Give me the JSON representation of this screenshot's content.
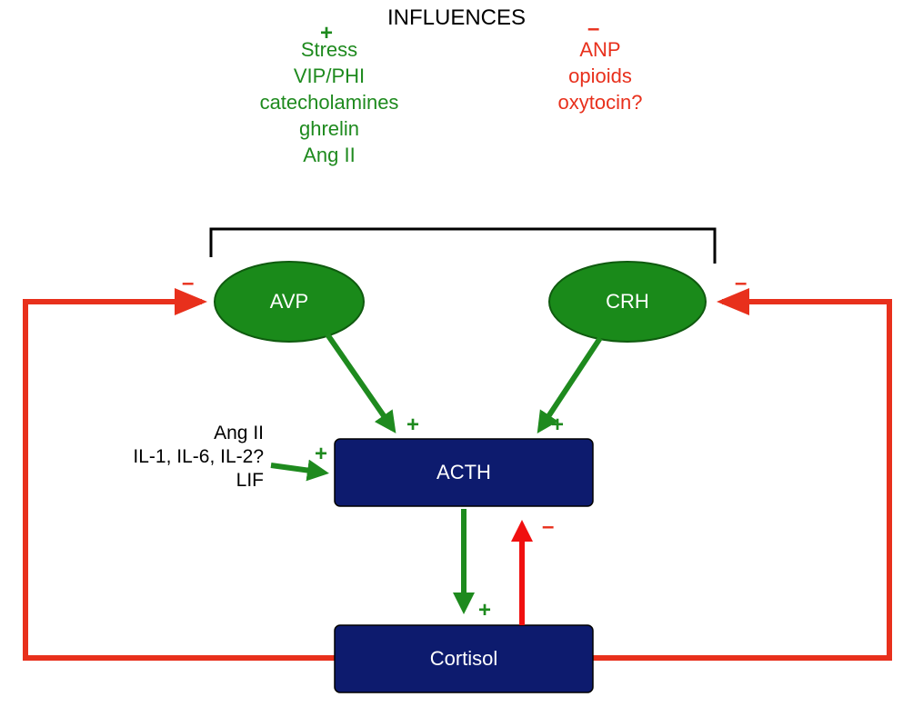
{
  "title": "INFLUENCES",
  "positive_influences": {
    "sign": "+",
    "items": [
      "Stress",
      "VIP/PHI",
      "catecholamines",
      "ghrelin",
      "Ang II"
    ]
  },
  "negative_influences": {
    "sign": "–",
    "items": [
      "ANP",
      "opioids",
      "oxytocin?"
    ]
  },
  "nodes": {
    "avp": "AVP",
    "crh": "CRH",
    "acth": "ACTH",
    "cortisol": "Cortisol"
  },
  "acth_inputs": [
    "Ang II",
    "IL-1, IL-6, IL-2?",
    "LIF"
  ],
  "signs": {
    "plus": "+",
    "minus": "–"
  },
  "colors": {
    "positive": "#1e8a1e",
    "negative": "#e8301c",
    "node_fill_green": "#1a8a1a",
    "node_fill_navy": "#0d1b6e",
    "bracket": "#000000"
  }
}
